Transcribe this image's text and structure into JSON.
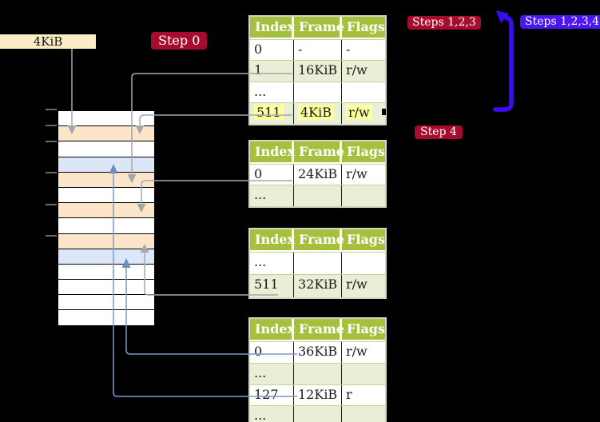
{
  "labels": {
    "page_size": "4KiB",
    "step0": "Step 0",
    "step4": "Step 4",
    "steps123": "Steps 1,2,3",
    "steps1234": "Steps 1,2,3,4"
  },
  "tables": [
    {
      "name": "level-4-page-table",
      "columns": [
        "Index",
        "Frame",
        "Flags"
      ],
      "rows": [
        {
          "index": "0",
          "frame": "-",
          "flags": "-"
        },
        {
          "index": "1",
          "frame": "16KiB",
          "flags": "r/w"
        },
        {
          "index": "...",
          "frame": "",
          "flags": ""
        },
        {
          "index": "511",
          "frame": "4KiB",
          "flags": "r/w",
          "highlighted": true
        }
      ]
    },
    {
      "name": "level-3-page-table",
      "columns": [
        "Index",
        "Frame",
        "Flags"
      ],
      "rows": [
        {
          "index": "0",
          "frame": "24KiB",
          "flags": "r/w"
        },
        {
          "index": "...",
          "frame": "",
          "flags": ""
        }
      ]
    },
    {
      "name": "level-2-page-table",
      "columns": [
        "Index",
        "Frame",
        "Flags"
      ],
      "rows": [
        {
          "index": "...",
          "frame": "",
          "flags": ""
        },
        {
          "index": "511",
          "frame": "32KiB",
          "flags": "r/w"
        }
      ]
    },
    {
      "name": "level-1-page-table",
      "columns": [
        "Index",
        "Frame",
        "Flags"
      ],
      "rows": [
        {
          "index": "0",
          "frame": "36KiB",
          "flags": "r/w"
        },
        {
          "index": "...",
          "frame": "",
          "flags": ""
        },
        {
          "index": "127",
          "frame": "12KiB",
          "flags": "r"
        },
        {
          "index": "...",
          "frame": "",
          "flags": ""
        }
      ]
    }
  ],
  "memory_strip": {
    "rows": [
      {
        "type": "free"
      },
      {
        "type": "page_table"
      },
      {
        "type": "free"
      },
      {
        "type": "mapped_page"
      },
      {
        "type": "page_table"
      },
      {
        "type": "free"
      },
      {
        "type": "page_table"
      },
      {
        "type": "free"
      },
      {
        "type": "page_table"
      },
      {
        "type": "mapped_page"
      },
      {
        "type": "free"
      },
      {
        "type": "free"
      },
      {
        "type": "free"
      },
      {
        "type": "free"
      }
    ]
  },
  "colors": {
    "table_header_bg": "#a4c03d",
    "table_row_alt_bg": "#e9efd6",
    "highlight_bg": "#feff9d",
    "frame_free": "#ffffff",
    "frame_page_table": "#fde5c9",
    "frame_mapped_page": "#dbe6f7",
    "badge_red": "#a60c2d",
    "badge_blue": "#4a16f2",
    "recursive_arrow_blue": "#3b0cf2",
    "connector_gray": "#a7a7a7",
    "connector_blue": "#7d98c6",
    "page_size_label_bg": "#fcedc6"
  }
}
